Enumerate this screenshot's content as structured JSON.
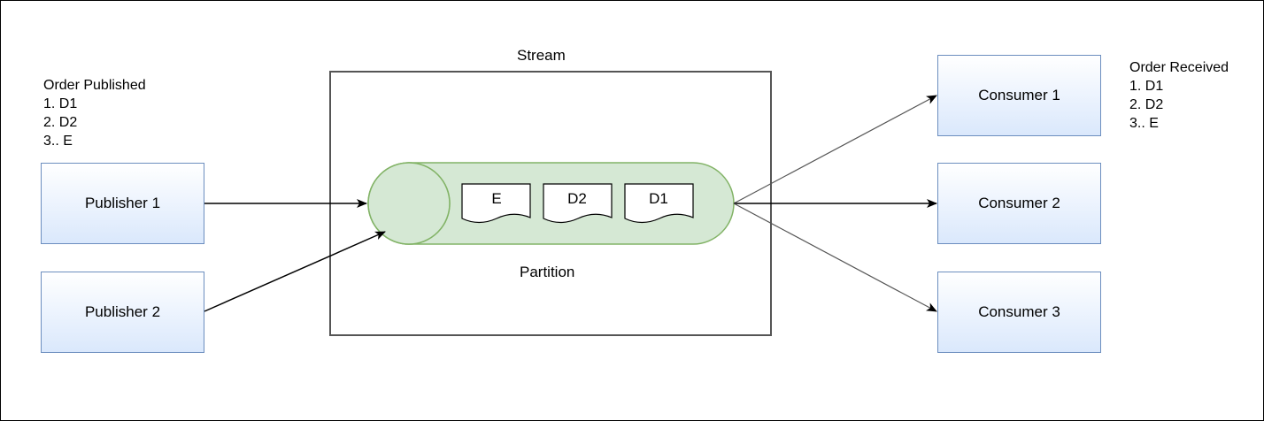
{
  "stream_label": "Stream",
  "partition_label": "Partition",
  "publishers": [
    "Publisher 1",
    "Publisher 2"
  ],
  "consumers": [
    "Consumer 1",
    "Consumer 2",
    "Consumer 3"
  ],
  "messages": [
    "E",
    "D2",
    "D1"
  ],
  "order_published": {
    "title": "Order Published",
    "items": [
      "1. D1",
      "2. D2",
      "3.. E"
    ]
  },
  "order_received": {
    "title": "Order Received",
    "items": [
      "1. D1",
      "2. D2",
      "3.. E"
    ]
  },
  "colors": {
    "box_border": "#6c8ebf",
    "box_fill": "#dae8fc",
    "partition_border": "#82b366",
    "partition_fill": "#d5e8d4"
  }
}
